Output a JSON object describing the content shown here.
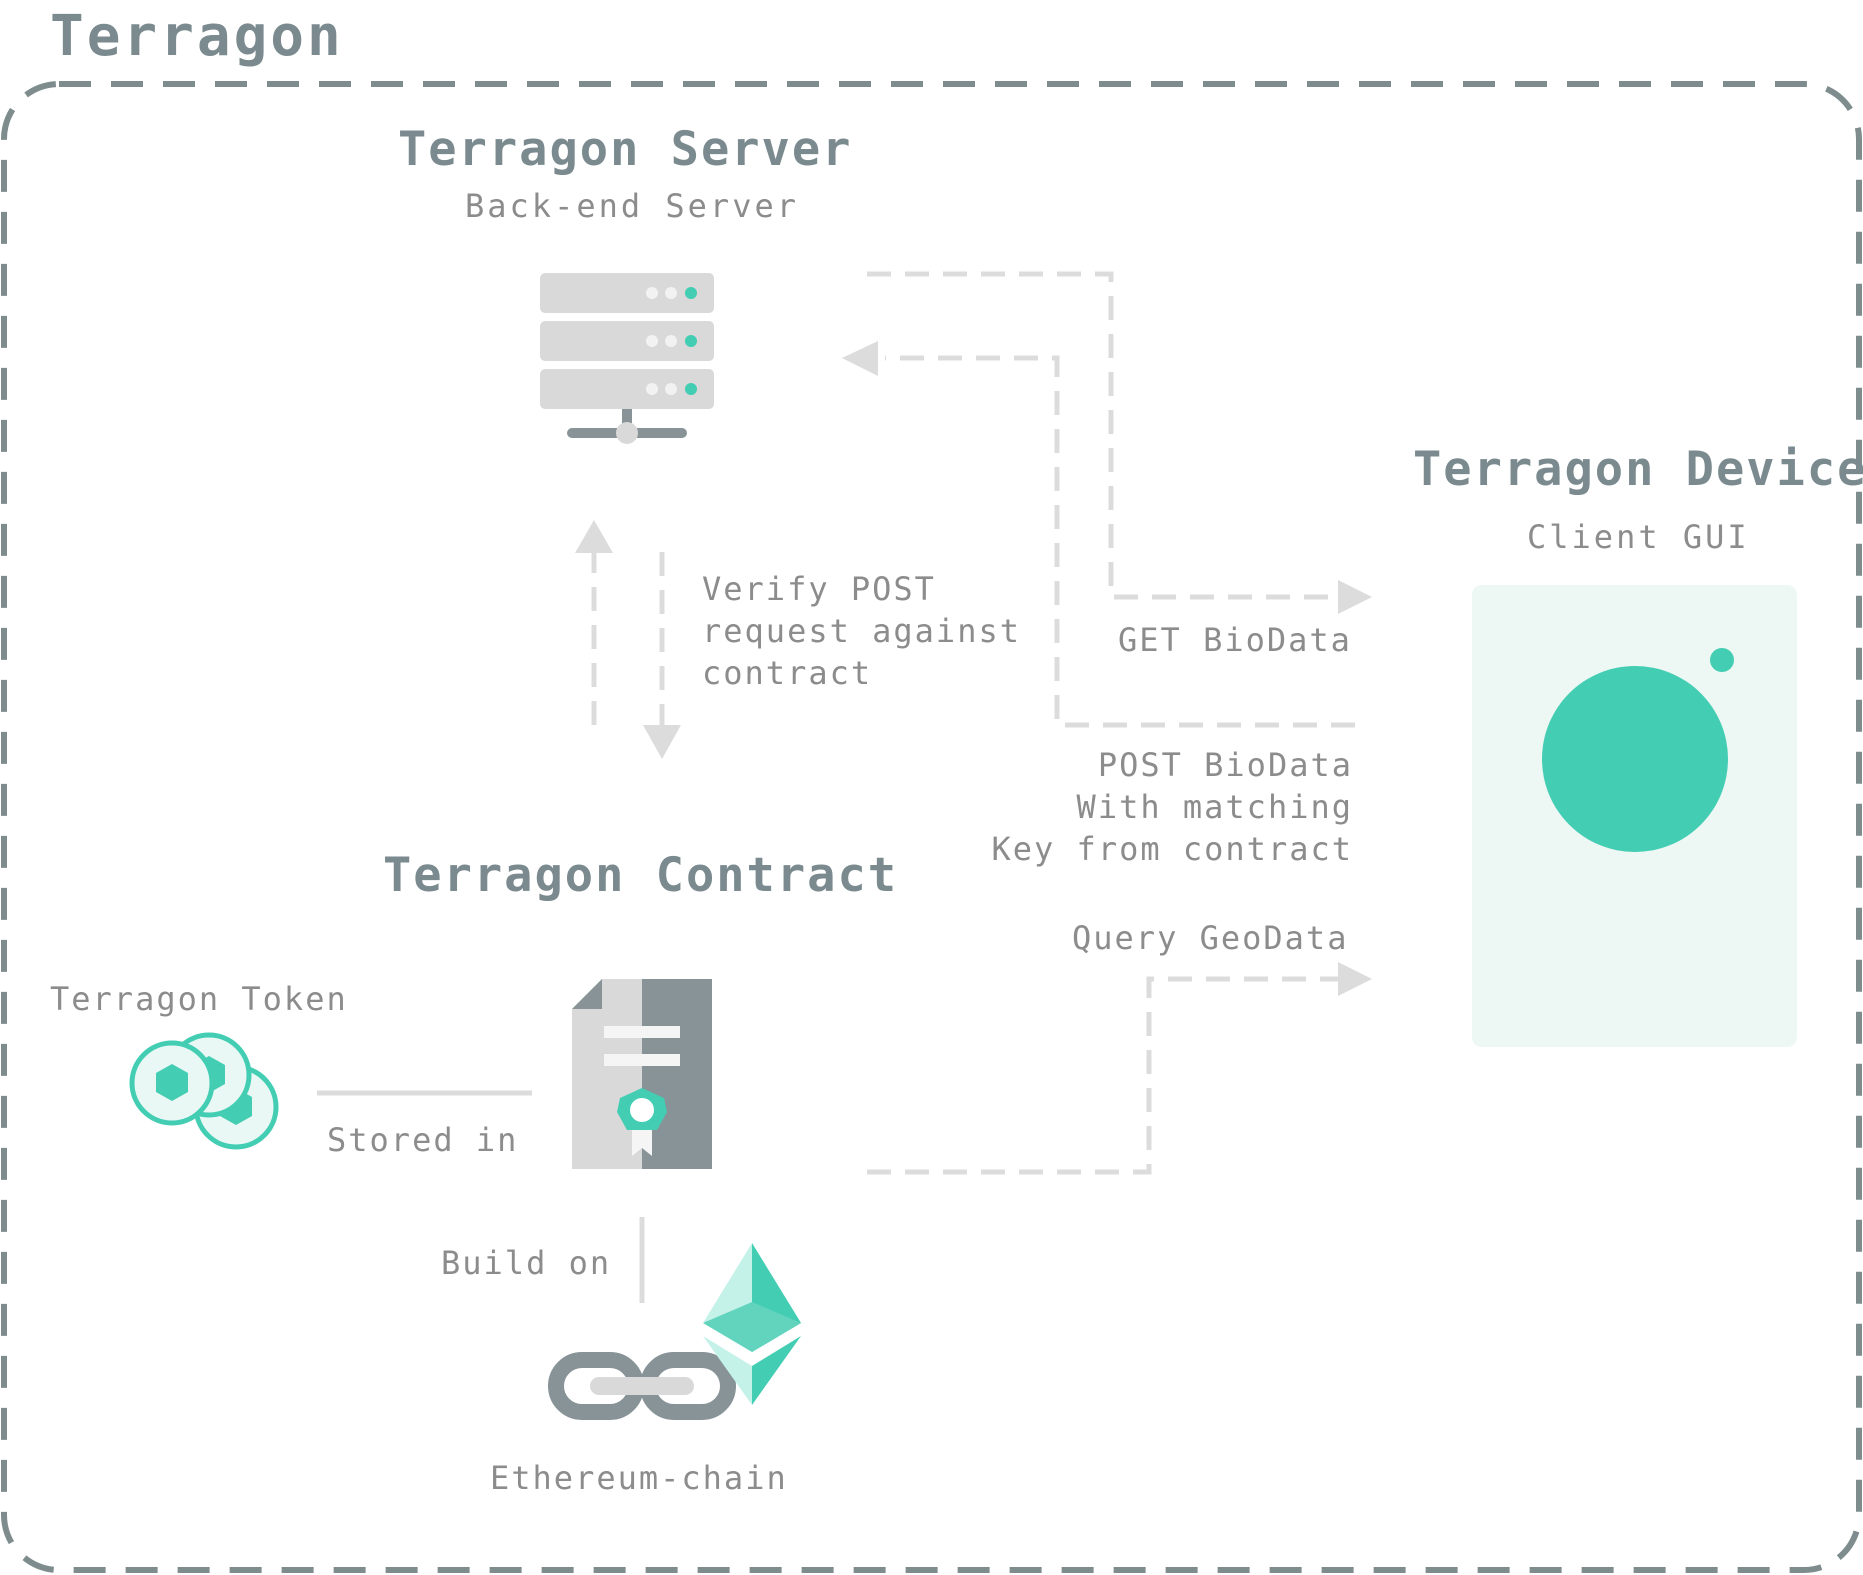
{
  "frame_title": "Terragon",
  "server": {
    "title": "Terragon Server",
    "subtitle": "Back-end Server"
  },
  "device": {
    "title": "Terragon Device",
    "subtitle": "Client GUI"
  },
  "contract": {
    "title": "Terragon Contract"
  },
  "token": {
    "label": "Terragon Token"
  },
  "chain": {
    "label": "Ethereum-chain"
  },
  "edges": {
    "verify": [
      "Verify POST",
      "request against",
      "contract"
    ],
    "get_biodata": "GET BioData",
    "post_biodata": [
      "POST BioData",
      "With matching",
      "Key from contract"
    ],
    "query_geodata": "Query GeoData",
    "stored_in": "Stored in",
    "build_on": "Build on"
  },
  "colors": {
    "frame": "#7f8c8d",
    "title": "#7a8a8f",
    "accent": "#43cdb3",
    "accent_light": "#c4f2e9",
    "connector": "#dcdcdc",
    "server_gray": "#d9d9d9",
    "dark_gray": "#879397",
    "device_bg": "#edf7f4"
  }
}
